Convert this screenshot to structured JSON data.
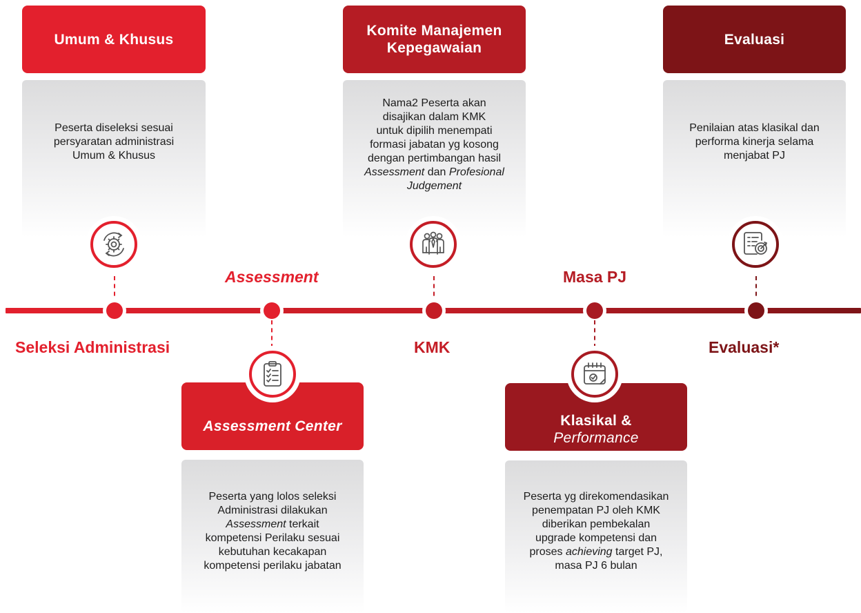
{
  "colors": {
    "red_bright": "#e3202d",
    "red_mid": "#b51c24",
    "red_dark": "#7d1417",
    "timeline_gradient": [
      "#e3202d",
      "#7d1417"
    ]
  },
  "phases": {
    "assessment": "Assessment",
    "masa_pj": "Masa PJ"
  },
  "stages": [
    {
      "id": "seleksi",
      "label": "Seleksi Administrasi",
      "header_lines": [
        "Umum & Khusus"
      ],
      "description": "Peserta diseleksi sesuai\npersyaratan administrasi\nUmum & Khusus",
      "icon": "gear-cycle-icon"
    },
    {
      "id": "assessment-center",
      "header_lines": [
        "Assessment Center"
      ],
      "description_parts": [
        "Peserta yang lolos seleksi\nAdministrasi dilakukan\n",
        "Assessment",
        " terkait\nkompetensi Perilaku sesuai\nkebutuhan kecakapan\nkompetensi perilaku jabatan"
      ],
      "icon": "clipboard-checklist-icon"
    },
    {
      "id": "kmk",
      "label": "KMK",
      "header_lines": [
        "Komite Manajemen",
        "Kepegawaian"
      ],
      "description_parts": [
        "Nama2 Peserta akan\ndisajikan dalam KMK\nuntuk dipilih menempati\nformasi jabatan yg kosong\ndengan pertimbangan hasil\n",
        "Assessment",
        " dan ",
        "Profesional\nJudgement"
      ],
      "icon": "group-people-icon"
    },
    {
      "id": "klasikal",
      "header_lines": [
        "Klasikal &",
        "Performance"
      ],
      "description_parts": [
        "Peserta yg direkomendasikan\npenempatan PJ oleh KMK\ndiberikan pembekalan\nupgrade kompetensi dan\nproses ",
        "achieving",
        " target PJ,\nmasa PJ 6 bulan"
      ],
      "icon": "calendar-check-icon"
    },
    {
      "id": "evaluasi",
      "label": "Evaluasi*",
      "header_lines": [
        "Evaluasi"
      ],
      "description": "Penilaian atas klasikal dan\nperforma kinerja selama\nmenjabat PJ",
      "icon": "report-target-icon"
    }
  ]
}
